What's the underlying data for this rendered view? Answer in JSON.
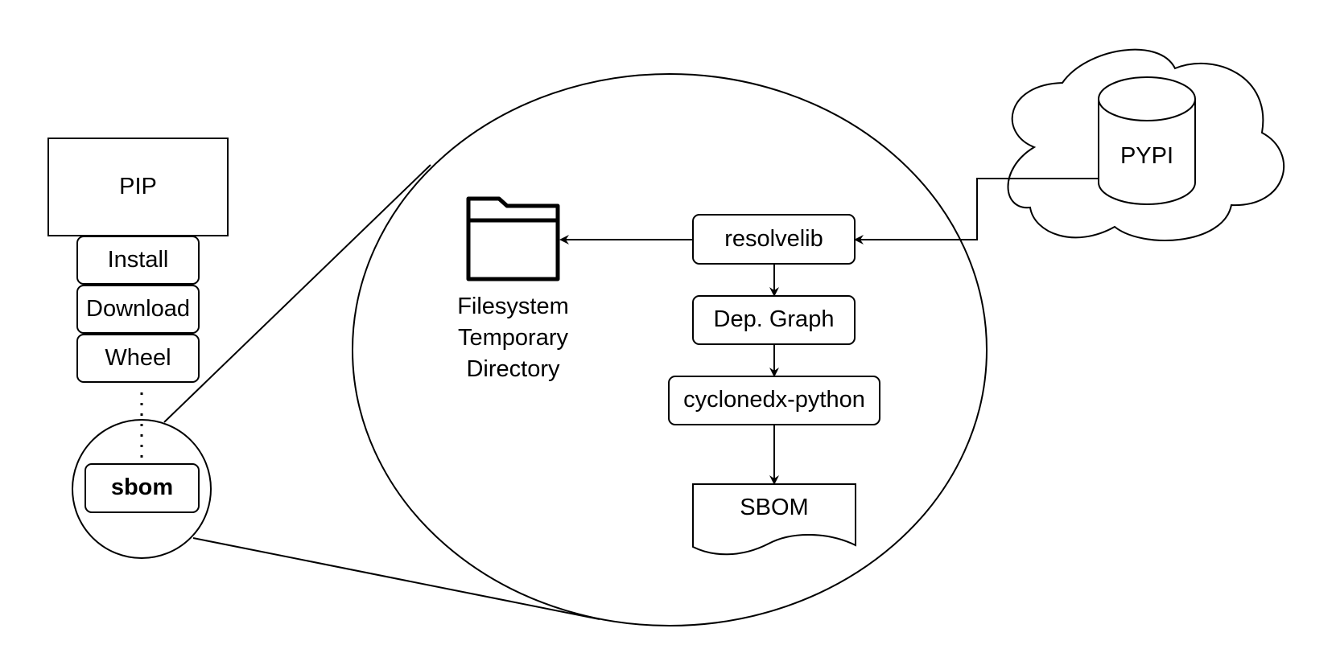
{
  "pip": {
    "title": "PIP",
    "commands": [
      "Install",
      "Download",
      "Wheel"
    ],
    "sbom_command": "sbom"
  },
  "pipeline": {
    "resolver": "resolvelib",
    "graph": "Dep. Graph",
    "generator": "cyclonedx-python",
    "output": "SBOM"
  },
  "filesystem": {
    "lines": [
      "Filesystem",
      "Temporary",
      "Directory"
    ]
  },
  "registry": {
    "label": "PYPI"
  }
}
